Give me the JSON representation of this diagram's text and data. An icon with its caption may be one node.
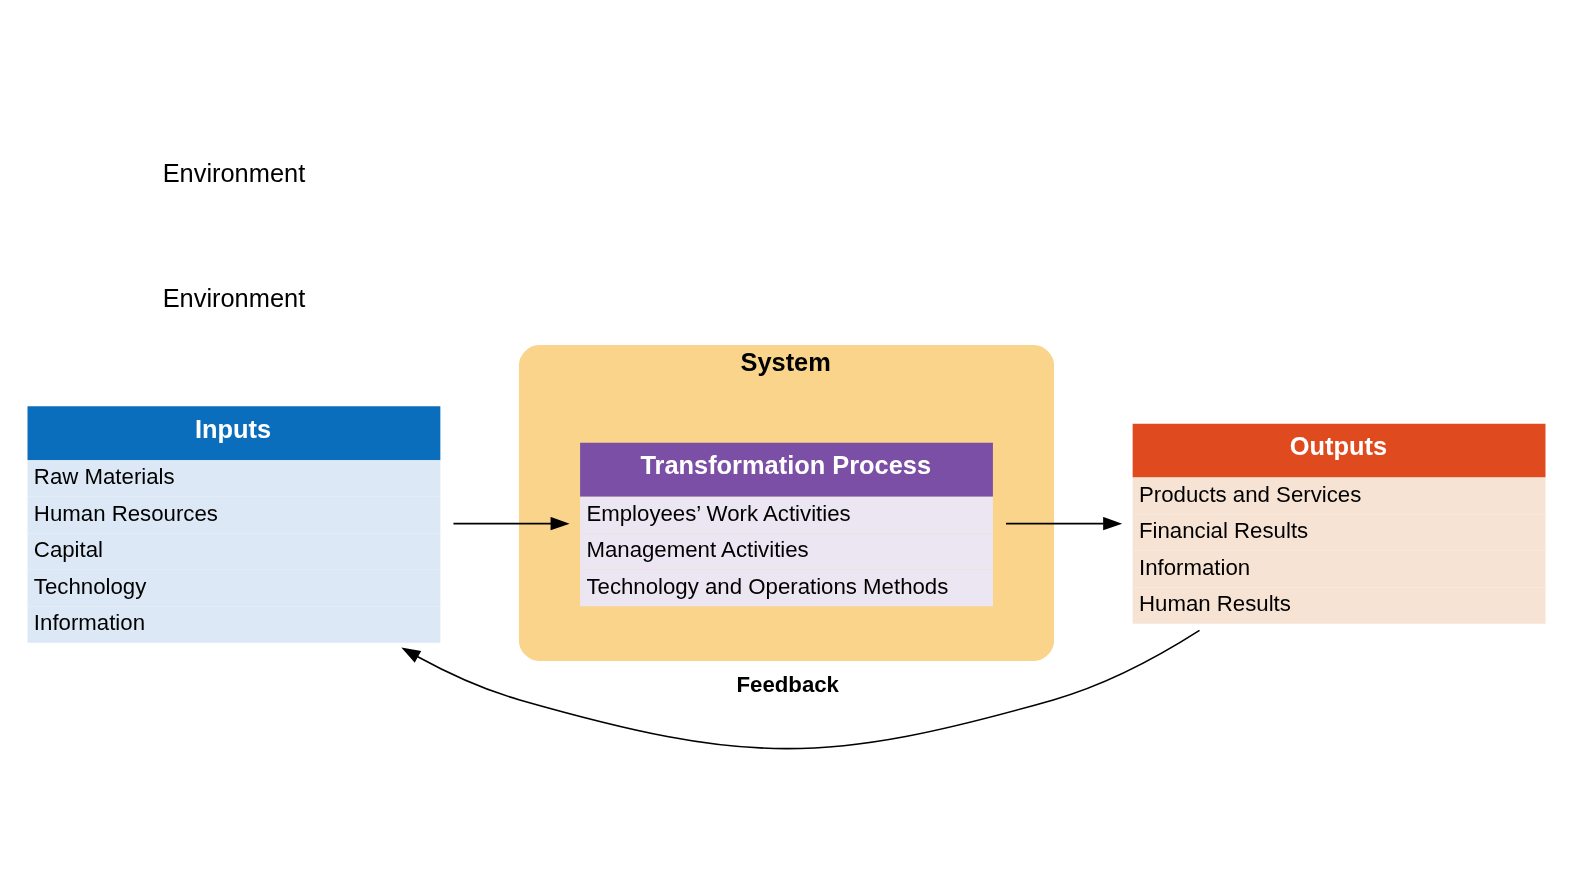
{
  "diagram": {
    "nodes": [
      {
        "text": [
          "System"
        ]
      },
      {
        "text": [
          "Inputs",
          "Raw Materials",
          "Human Resources",
          "Capital",
          "Technology",
          "Information"
        ]
      },
      {
        "text": [
          "Transformation Process",
          "Employees’ Work Activities",
          "Management Activities",
          "Technology and Operations Methods"
        ],
        "in": 0
      },
      {
        "text": [
          "Outputs",
          "Products and Services",
          "Financial Results",
          "Information",
          "Human Results"
        ]
      }
    ],
    "edges": [
      {
        "from": 1,
        "to": 2,
        "arrow": "to"
      },
      {
        "from": 2,
        "to": 3,
        "arrow": "to"
      },
      {
        "from": 3,
        "to": 1,
        "arrow": "to",
        "label": "Feedback"
      }
    ],
    "labels": [
      "Environment",
      "Environment"
    ]
  }
}
